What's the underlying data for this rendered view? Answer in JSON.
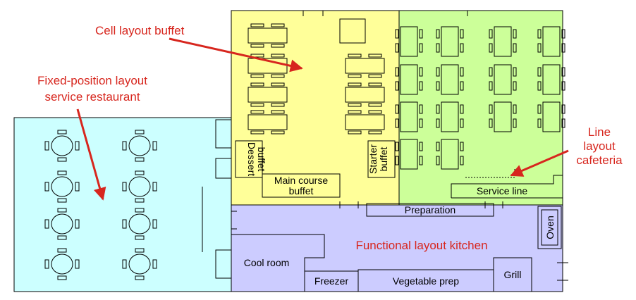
{
  "annotations": {
    "cell_layout": "Cell layout buffet",
    "fixed_line1": "Fixed-position layout",
    "fixed_line2": "service restaurant",
    "line_line1": "Line",
    "line_line2": "layout",
    "line_line3": "cafeteria",
    "functional": "Functional layout kitchen"
  },
  "rooms": {
    "dessert_line1": "Dessert",
    "dessert_line2": "buffet",
    "starter_line1": "Starter",
    "starter_line2": "buffet",
    "main_course_line1": "Main course",
    "main_course_line2": "buffet",
    "service_line": "Service line",
    "preparation": "Preparation",
    "oven": "Oven",
    "cool_room": "Cool room",
    "freezer": "Freezer",
    "vegetable_prep": "Vegetable prep",
    "grill": "Grill"
  },
  "colors": {
    "restaurant": "#ccffff",
    "buffet": "#ffff99",
    "cafeteria": "#ccff99",
    "kitchen": "#ccccff",
    "annotation": "#d7261e"
  }
}
